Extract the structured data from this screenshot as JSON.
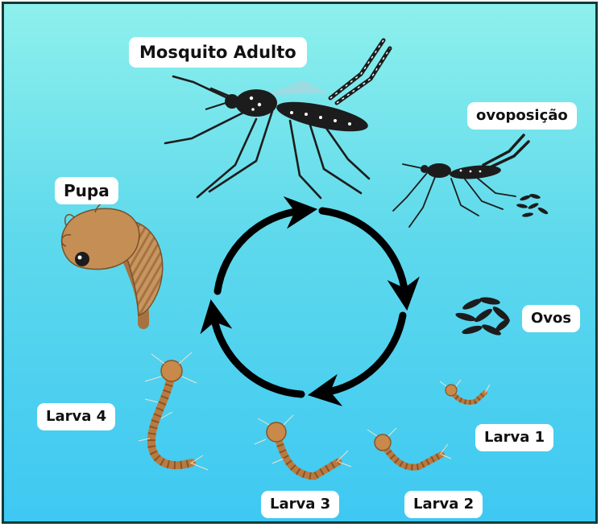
{
  "diagram": {
    "labels": {
      "adult": "Mosquito Adulto",
      "oviposition": "ovoposição",
      "eggs": "Ovos",
      "larva1": "Larva 1",
      "larva2": "Larva 2",
      "larva3": "Larva 3",
      "larva4": "Larva 4",
      "pupa": "Pupa"
    },
    "colors": {
      "background_top": "#8ef0ec",
      "background_bottom": "#3ec8f2",
      "cycle_arrows": "#000000",
      "mosquito_body": "#1c1c1c",
      "larva": "#c8894a",
      "pupa": "#c79660"
    }
  }
}
